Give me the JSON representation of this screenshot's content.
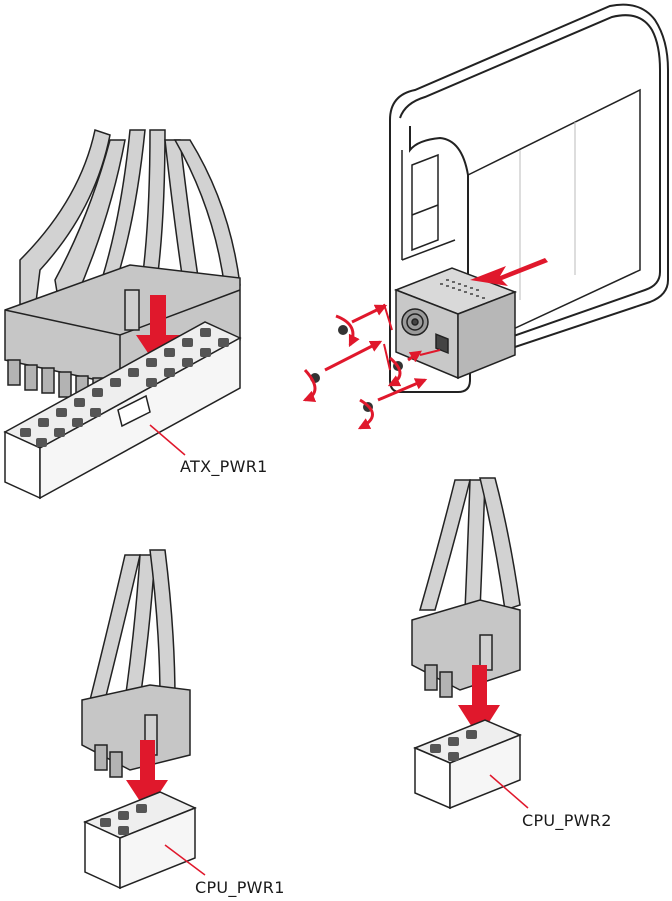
{
  "labels": {
    "atx": "ATX_PWR1",
    "cpu1": "CPU_PWR1",
    "cpu2": "CPU_PWR2"
  },
  "colors": {
    "accent_red": "#e0182c",
    "line": "#222222",
    "cable_gray": "#cfcfcf",
    "plug_gray": "#bdbdbd",
    "psu_gray": "#c8c8c8",
    "hole_dark": "#555555"
  }
}
